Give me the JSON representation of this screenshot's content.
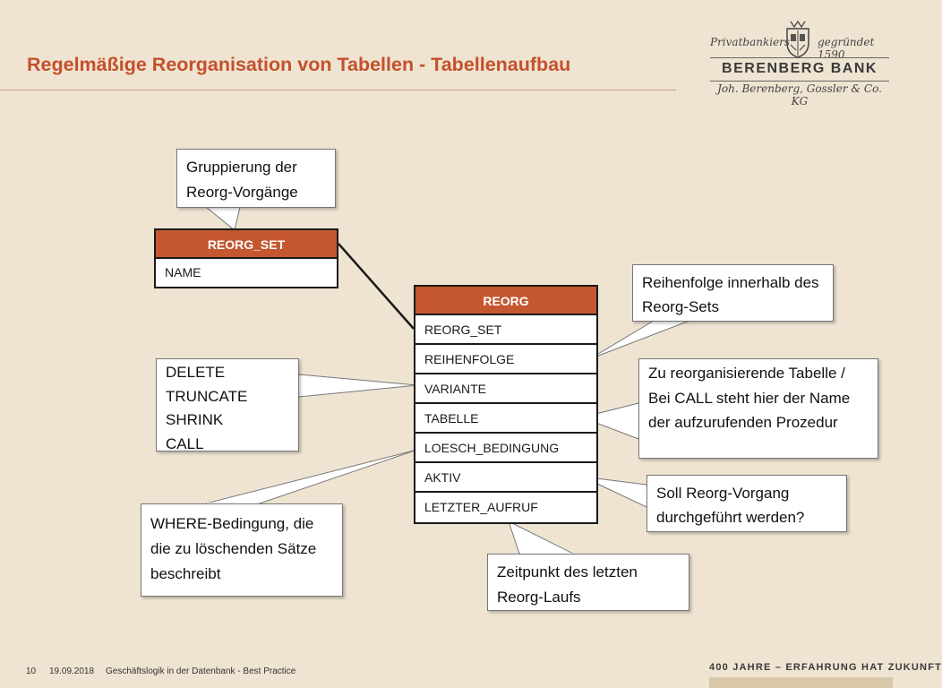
{
  "title": "Regelmäßige Reorganisation von Tabellen - Tabellenaufbau",
  "logo": {
    "tag_left": "Privatbankiers",
    "tag_right": "gegründet 1590",
    "bank_name": "BERENBERG BANK",
    "sub": "Joh. Berenberg, Gossler & Co. KG"
  },
  "table_reorg_set": {
    "header": "REORG_SET",
    "rows": [
      "NAME"
    ]
  },
  "table_reorg": {
    "header": "REORG",
    "rows": [
      "REORG_SET",
      "REIHENFOLGE",
      "VARIANTE",
      "TABELLE",
      "LOESCH_BEDINGUNG",
      "AKTIV",
      "LETZTER_AUFRUF"
    ]
  },
  "notes": {
    "group": "Gruppierung der Reorg-Vorgänge",
    "reihenfolge": "Reihenfolge innerhalb des Reorg-Sets",
    "ops": [
      "DELETE",
      "TRUNCATE",
      "SHRINK",
      "CALL"
    ],
    "tabelle": "Zu reorganisierende Tabelle / Bei CALL steht hier der Name der aufzurufenden Prozedur",
    "aktiv": "Soll Reorg-Vorgang durchgeführt werden?",
    "where": "WHERE-Bedingung, die die zu löschenden Sätze beschreibt",
    "zeitpunkt": "Zeitpunkt des letzten Reorg-Laufs"
  },
  "footer": {
    "page": "10",
    "date": "19.09.2018",
    "text": "Geschäftslogik in der Datenbank - Best Practice",
    "slogan": "400 JAHRE – ERFAHRUNG HAT ZUKUNFT"
  },
  "colors": {
    "accent": "#c4502b",
    "header_fill": "#c4572f",
    "background": "#efe4d2"
  }
}
